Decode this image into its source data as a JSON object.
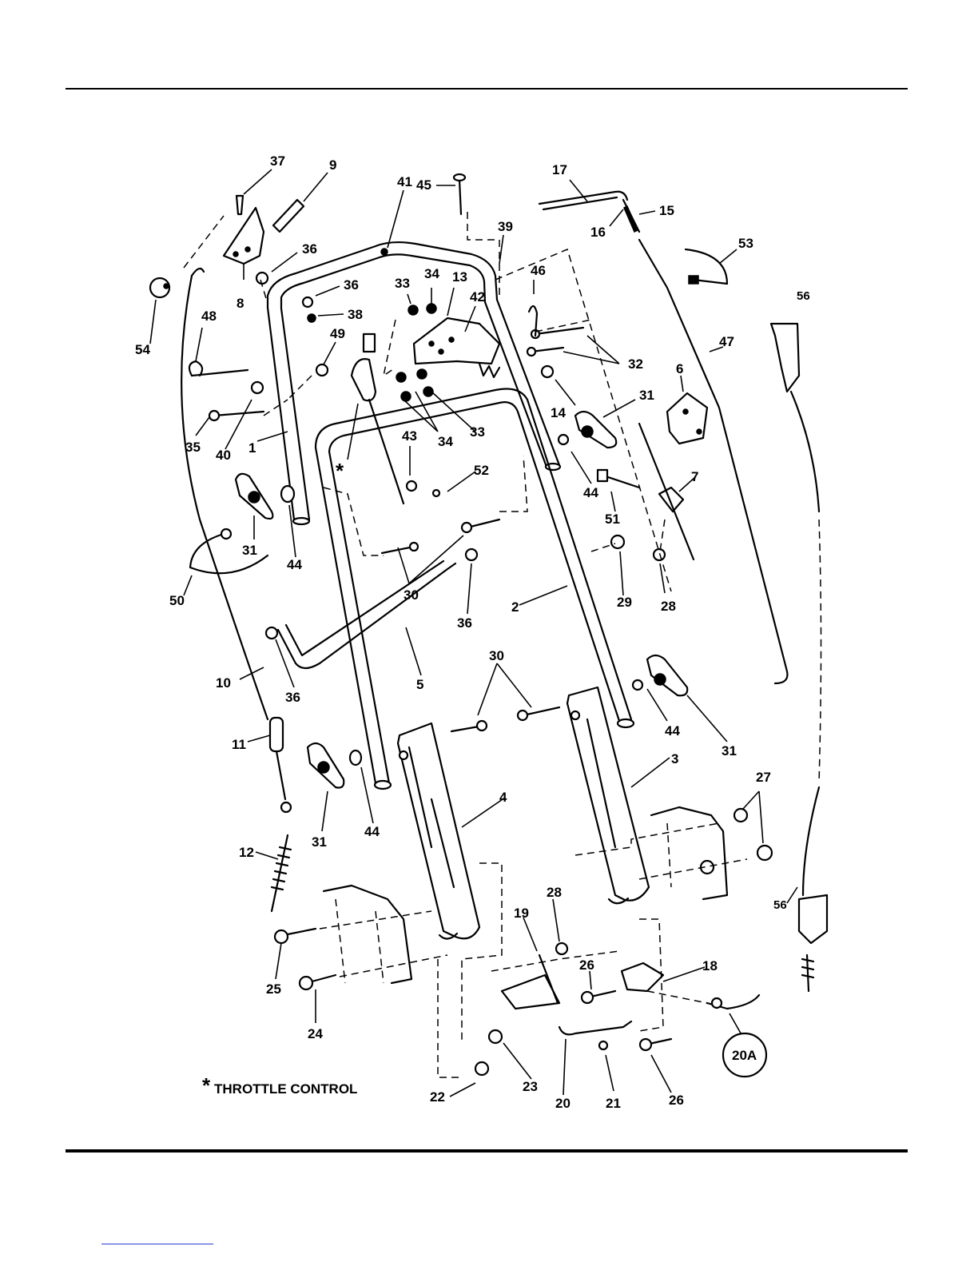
{
  "labels": {
    "p1": "1",
    "p2": "2",
    "p3": "3",
    "p4": "4",
    "p5": "5",
    "p6": "6",
    "p7": "7",
    "p8": "8",
    "p9": "9",
    "p10": "10",
    "p11": "11",
    "p12": "12",
    "p13": "13",
    "p14": "14",
    "p15": "15",
    "p16": "16",
    "p17": "17",
    "p18": "18",
    "p19": "19",
    "p20": "20",
    "p20a": "20A",
    "p21": "21",
    "p22": "22",
    "p23": "23",
    "p24": "24",
    "p25": "25",
    "p26": "26",
    "p27": "27",
    "p28": "28",
    "p29": "29",
    "p30": "30",
    "p31": "31",
    "p32": "32",
    "p33": "33",
    "p34": "34",
    "p35": "35",
    "p36": "36",
    "p37": "37",
    "p38": "38",
    "p39": "39",
    "p40": "40",
    "p41": "41",
    "p42": "42",
    "p43": "43",
    "p44": "44",
    "p45": "45",
    "p46": "46",
    "p47": "47",
    "p48": "48",
    "p49": "49",
    "p50": "50",
    "p51": "51",
    "p52": "52",
    "p53": "53",
    "p54": "54",
    "p56": "56"
  },
  "asterisk": "*",
  "note": {
    "symbol": "*",
    "text": "THROTTLE CONTROL"
  }
}
